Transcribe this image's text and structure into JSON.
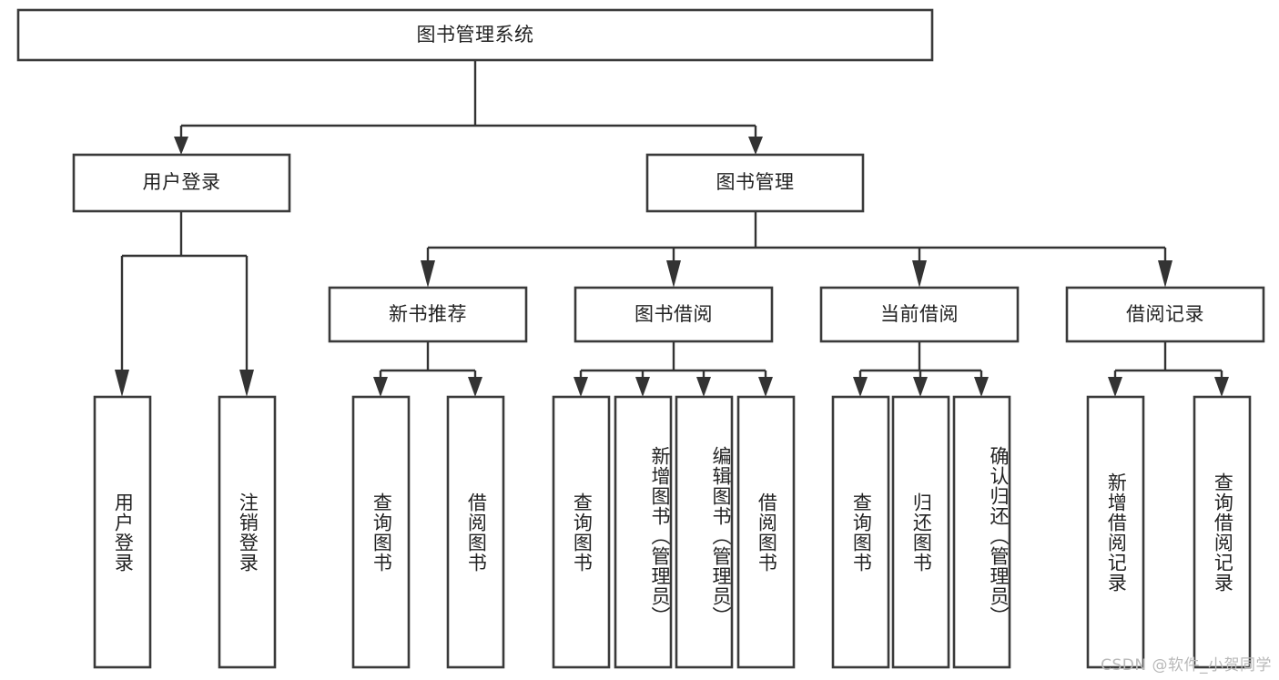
{
  "diagram": {
    "type": "tree-hierarchy",
    "title": "图书管理系统",
    "orientation": "top-down",
    "watermark": "CSDN @软件_小贺同学",
    "colors": {
      "background": "#ffffff",
      "box_stroke": "#3a3a3a",
      "box_fill": "#ffffff",
      "connector": "#333333",
      "text": "#222222",
      "watermark": "#b9b9b9"
    },
    "nodes": {
      "root": {
        "label": "图书管理系统",
        "level": 1,
        "text_orientation": "horizontal"
      },
      "user_login": {
        "label": "用户登录",
        "level": 2,
        "text_orientation": "horizontal"
      },
      "book_manage": {
        "label": "图书管理",
        "level": 2,
        "text_orientation": "horizontal"
      },
      "new_book_rec": {
        "label": "新书推荐",
        "level": 3,
        "text_orientation": "horizontal"
      },
      "book_borrow": {
        "label": "图书借阅",
        "level": 3,
        "text_orientation": "horizontal"
      },
      "current_borrow": {
        "label": "当前借阅",
        "level": 3,
        "text_orientation": "horizontal"
      },
      "borrow_record": {
        "label": "借阅记录",
        "level": 3,
        "text_orientation": "horizontal"
      },
      "leaf_user_login": {
        "label": "用户登录",
        "level": 3,
        "text_orientation": "vertical"
      },
      "leaf_logout": {
        "label": "注销登录",
        "level": 3,
        "text_orientation": "vertical"
      },
      "leaf_query_book_1": {
        "label": "查询图书",
        "level": 4,
        "text_orientation": "vertical"
      },
      "leaf_borrow_book_1": {
        "label": "借阅图书",
        "level": 4,
        "text_orientation": "vertical"
      },
      "leaf_query_book_2": {
        "label": "查询图书",
        "level": 4,
        "text_orientation": "vertical"
      },
      "leaf_add_book": {
        "label": "新增图书（管理员）",
        "level": 4,
        "text_orientation": "vertical"
      },
      "leaf_edit_book": {
        "label": "编辑图书（管理员）",
        "level": 4,
        "text_orientation": "vertical"
      },
      "leaf_borrow_book_2": {
        "label": "借阅图书",
        "level": 4,
        "text_orientation": "vertical"
      },
      "leaf_query_book_3": {
        "label": "查询图书",
        "level": 4,
        "text_orientation": "vertical"
      },
      "leaf_return_book": {
        "label": "归还图书",
        "level": 4,
        "text_orientation": "vertical"
      },
      "leaf_confirm_return": {
        "label": "确认归还（管理员）",
        "level": 4,
        "text_orientation": "vertical"
      },
      "leaf_add_record": {
        "label": "新增借阅记录",
        "level": 4,
        "text_orientation": "vertical"
      },
      "leaf_query_record": {
        "label": "查询借阅记录",
        "level": 4,
        "text_orientation": "vertical"
      }
    },
    "edges": [
      {
        "from": "root",
        "to": "user_login"
      },
      {
        "from": "root",
        "to": "book_manage"
      },
      {
        "from": "user_login",
        "to": "leaf_user_login"
      },
      {
        "from": "user_login",
        "to": "leaf_logout"
      },
      {
        "from": "book_manage",
        "to": "new_book_rec"
      },
      {
        "from": "book_manage",
        "to": "book_borrow"
      },
      {
        "from": "book_manage",
        "to": "current_borrow"
      },
      {
        "from": "book_manage",
        "to": "borrow_record"
      },
      {
        "from": "new_book_rec",
        "to": "leaf_query_book_1"
      },
      {
        "from": "new_book_rec",
        "to": "leaf_borrow_book_1"
      },
      {
        "from": "book_borrow",
        "to": "leaf_query_book_2"
      },
      {
        "from": "book_borrow",
        "to": "leaf_add_book"
      },
      {
        "from": "book_borrow",
        "to": "leaf_edit_book"
      },
      {
        "from": "book_borrow",
        "to": "leaf_borrow_book_2"
      },
      {
        "from": "current_borrow",
        "to": "leaf_query_book_3"
      },
      {
        "from": "current_borrow",
        "to": "leaf_return_book"
      },
      {
        "from": "current_borrow",
        "to": "leaf_confirm_return"
      },
      {
        "from": "borrow_record",
        "to": "leaf_add_record"
      },
      {
        "from": "borrow_record",
        "to": "leaf_query_record"
      }
    ]
  }
}
